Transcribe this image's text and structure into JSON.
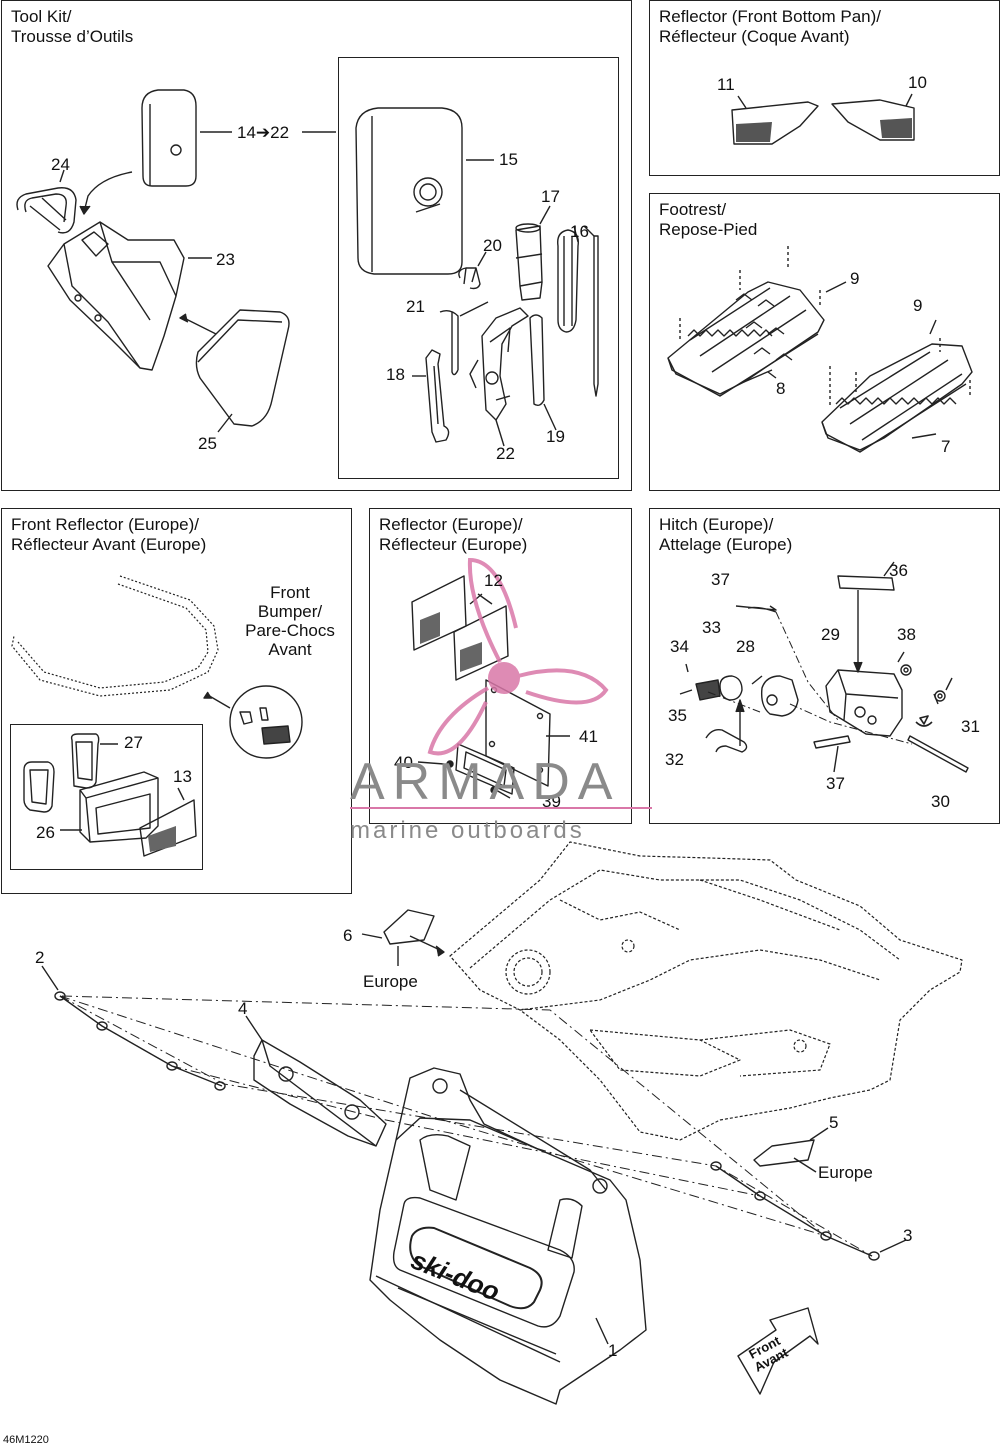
{
  "panels": {
    "tool_kit": "Tool Kit/\nTrousse d’Outils",
    "reflector_front_bottom_pan": "Reflector (Front Bottom Pan)/\nRéflecteur (Coque Avant)",
    "footrest": "Footrest/\nRepose-Pied",
    "front_reflector_europe": "Front Reflector (Europe)/\nRéflecteur Avant (Europe)",
    "reflector_europe": "Reflector (Europe)/\nRéflecteur (Europe)",
    "hitch_europe": "Hitch (Europe)/\nAttelage (Europe)"
  },
  "callouts": {
    "n1": "1",
    "n2": "2",
    "n3": "3",
    "n4": "4",
    "n5": "5",
    "n6": "6",
    "n7": "7",
    "n8": "8",
    "n9a": "9",
    "n9b": "9",
    "n10": "10",
    "n11": "11",
    "n12": "12",
    "n13": "13",
    "n14_22": "14➔22",
    "n15": "15",
    "n16": "16",
    "n17": "17",
    "n18": "18",
    "n19": "19",
    "n20": "20",
    "n21": "21",
    "n22": "22",
    "n23": "23",
    "n24": "24",
    "n25": "25",
    "n26": "26",
    "n27": "27",
    "n28": "28",
    "n29": "29",
    "n30": "30",
    "n31": "31",
    "n32": "32",
    "n33": "33",
    "n34": "34",
    "n35": "35",
    "n36": "36",
    "n37a": "37",
    "n37b": "37",
    "n38": "38",
    "n39": "39",
    "n40": "40",
    "n41": "41"
  },
  "notes": {
    "front_bumper": "Front\nBumper/\nPare-Chocs\nAvant",
    "europe_left": "Europe",
    "europe_right": "Europe",
    "front_arrow": "Front\nAvant",
    "brand_logo": "ski-doo"
  },
  "watermark": {
    "name": "ARMADA",
    "tagline": "marine outboards",
    "accent_color": "#d977a8"
  },
  "diagram_code": "46M1220"
}
